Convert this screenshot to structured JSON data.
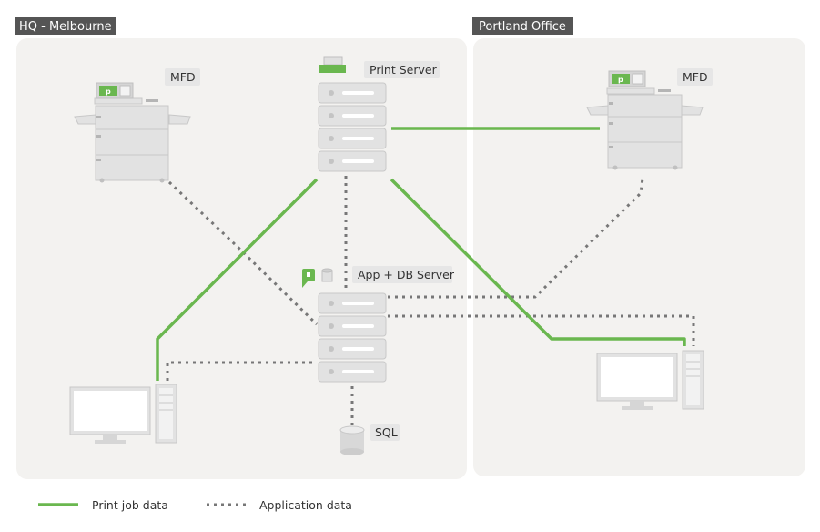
{
  "regions": {
    "hq": {
      "title": "HQ - Melbourne"
    },
    "portland": {
      "title": "Portland Office"
    }
  },
  "nodes": {
    "hq_mfd": {
      "label": "MFD"
    },
    "print_server": {
      "label": "Print Server"
    },
    "app_db_server": {
      "label": "App + DB Server"
    },
    "sql": {
      "label": "SQL"
    },
    "portland_mfd": {
      "label": "MFD"
    }
  },
  "legend": {
    "print_job": {
      "label": "Print job data",
      "color": "#6ab74f"
    },
    "application": {
      "label": "Application data",
      "color": "#777777"
    }
  },
  "colors": {
    "region_fill": "#f3f2f0",
    "header_fill": "#555555",
    "label_fill": "#e6e6e6",
    "device_fill": "#e2e2e2",
    "device_stroke": "#c8c8c8",
    "accent_green": "#6ab74f"
  }
}
